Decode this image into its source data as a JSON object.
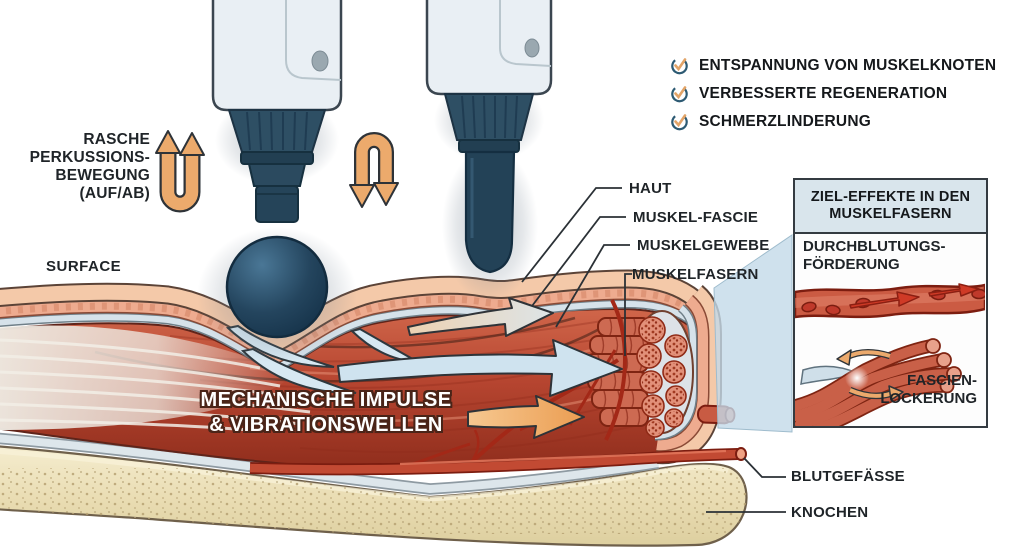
{
  "benefits": {
    "items": [
      {
        "icon": "check-circle-icon",
        "label": "ENTSPANNUNG VON MUSKELKNOTEN"
      },
      {
        "icon": "check-circle-icon",
        "label": "VERBESSERTE REGENERATION"
      },
      {
        "icon": "check-circle-icon",
        "label": "SCHMERZLINDERUNG"
      }
    ]
  },
  "percussion": {
    "line1": "RASCHE",
    "line2": "PERKUSSIONS-",
    "line3": "BEWEGUNG",
    "line4": "(AUF/AB)"
  },
  "surface_label": "SURFACE",
  "tissue_labels": {
    "skin": "HAUT",
    "fascia": "MUSKEL-FASCIE",
    "muscle_tissue": "MUSKELGEWEBE",
    "muscle_fibers": "MUSKELFASERN",
    "blood_vessels": "BLUTGEFÄSSE",
    "bone": "KNOCHEN"
  },
  "muscle_overlay": {
    "line1": "MECHANISCHE IMPULSE",
    "line2": "& VIBRATIONSWELLEN"
  },
  "side_panel": {
    "title_line1": "ZIEL-EFFEKTE IN DEN",
    "title_line2": "MUSKELFASERN",
    "effects": [
      {
        "line1": "DURCHBLUTUNGS-",
        "line2": "FÖRDERUNG"
      },
      {
        "line1": "FASCIEN-",
        "line2": "LOCKERUNG"
      }
    ]
  },
  "colors": {
    "accent_orange": "#eba96c",
    "wave_blue": "#cfe3ef",
    "muscle_red": "#b03a26",
    "device_navy": "#234257",
    "panel_header": "#d9e5ec",
    "check_teal": "#2d5a73",
    "bone_cream": "#ecdfb6",
    "skin_peach": "#f2c6a7"
  }
}
